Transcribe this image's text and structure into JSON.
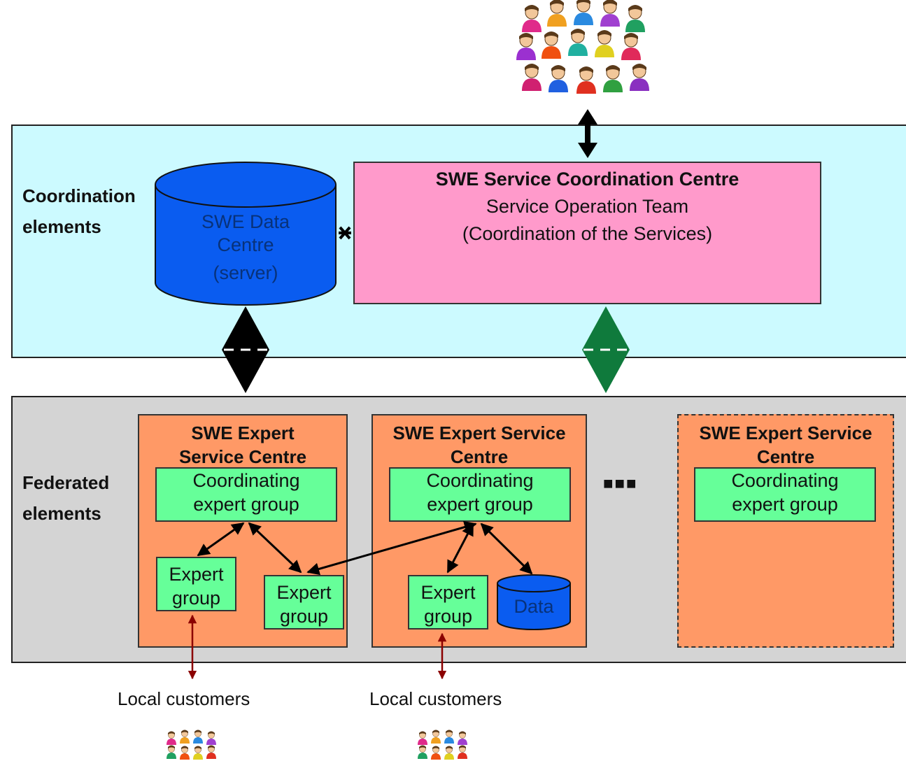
{
  "coordination_label": [
    "Coordination",
    "elements"
  ],
  "federated_label": [
    "Federated",
    "elements"
  ],
  "data_centre": [
    "SWE Data",
    "Centre",
    "(server)"
  ],
  "coordination_centre": {
    "title": "SWE Service Coordination Centre",
    "line1": "Service Operation Team",
    "line2": "(Coordination of the Services)"
  },
  "expert_centres": [
    {
      "title": [
        "SWE Expert",
        "Service Centre"
      ],
      "coord": [
        "Coordinating",
        "expert group"
      ]
    },
    {
      "title": [
        "SWE Expert Service",
        "Centre"
      ],
      "coord": [
        "Coordinating",
        "expert group"
      ]
    },
    {
      "title": [
        "SWE Expert Service",
        "Centre"
      ],
      "coord": [
        "Coordinating",
        "expert group"
      ]
    }
  ],
  "expert_group": [
    "Expert",
    "group"
  ],
  "data_store": "Data",
  "ellipsis": "■■■",
  "local_customers": "Local customers",
  "colors": {
    "coordination_band": "#ccfaff",
    "federated_band": "#d4d4d4",
    "coordination_centre": "#ff9acb",
    "expert_centre": "#ff9966",
    "expert_group": "#66ff99",
    "data": "#0a5cf0",
    "green_arrow": "#0f7a3c",
    "local_arrow": "#8b0000"
  },
  "icons": [
    "people-crowd-icon"
  ]
}
